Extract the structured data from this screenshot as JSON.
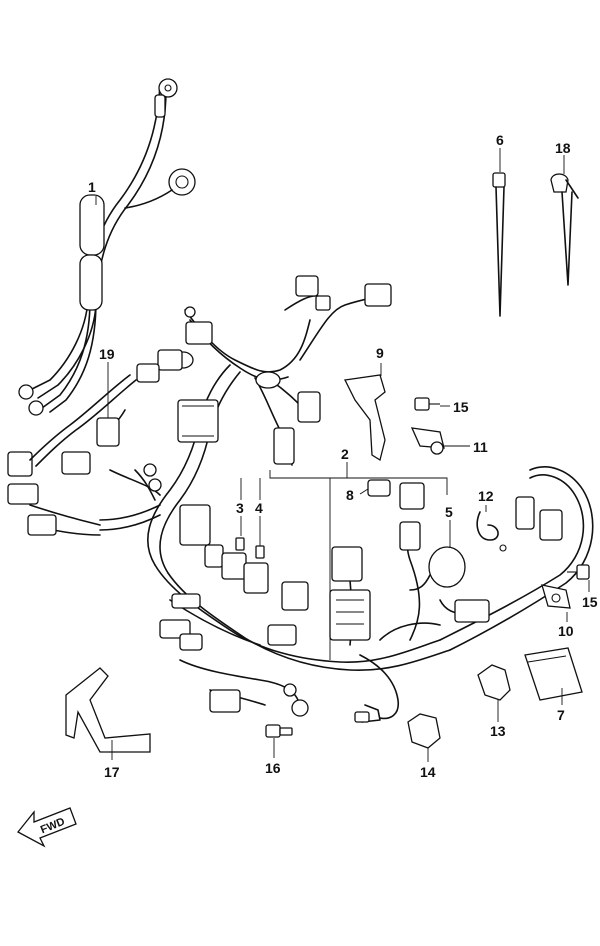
{
  "parts": [
    {
      "id": "p1",
      "label": "1"
    },
    {
      "id": "p2",
      "label": "2"
    },
    {
      "id": "p3",
      "label": "3"
    },
    {
      "id": "p4",
      "label": "4"
    },
    {
      "id": "p5",
      "label": "5"
    },
    {
      "id": "p6",
      "label": "6"
    },
    {
      "id": "p7",
      "label": "7"
    },
    {
      "id": "p8",
      "label": "8"
    },
    {
      "id": "p9",
      "label": "9"
    },
    {
      "id": "p10",
      "label": "10"
    },
    {
      "id": "p11",
      "label": "11"
    },
    {
      "id": "p12",
      "label": "12"
    },
    {
      "id": "p13",
      "label": "13"
    },
    {
      "id": "p14",
      "label": "14"
    },
    {
      "id": "p15a",
      "label": "15"
    },
    {
      "id": "p15b",
      "label": "15"
    },
    {
      "id": "p16",
      "label": "16"
    },
    {
      "id": "p17",
      "label": "17"
    },
    {
      "id": "p18",
      "label": "18"
    },
    {
      "id": "p19",
      "label": "19"
    }
  ],
  "direction_marker": "FWD"
}
